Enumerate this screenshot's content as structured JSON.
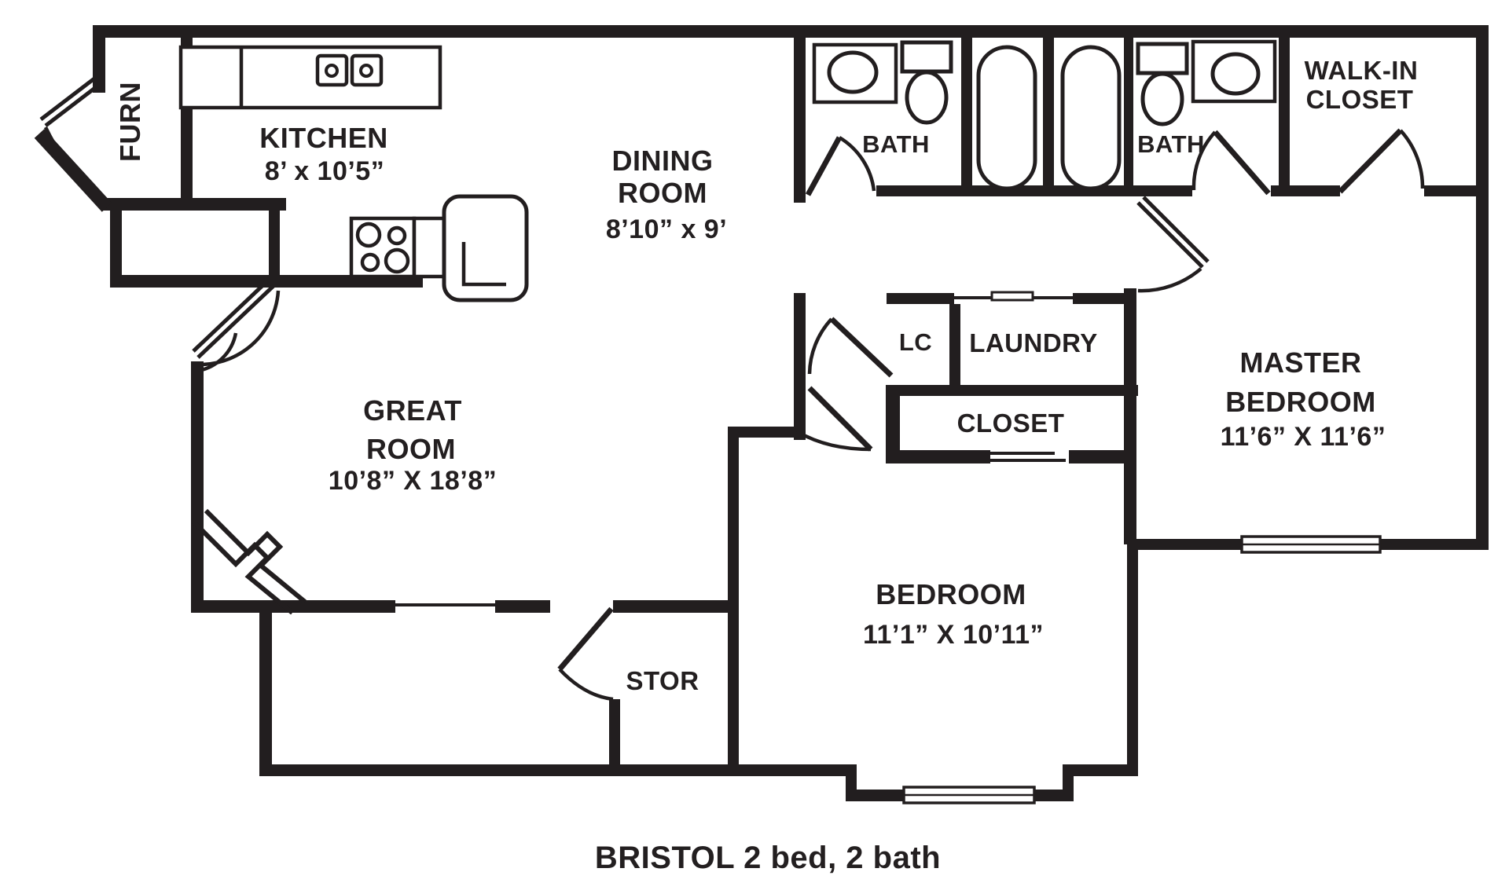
{
  "plan": {
    "caption": "BRISTOL 2 bed, 2 bath",
    "rooms": {
      "furnace": {
        "label": "FURN"
      },
      "kitchen": {
        "label": "KITCHEN",
        "dimensions": "8’ x 10’5”"
      },
      "dining": {
        "line1": "DINING",
        "line2": "ROOM",
        "dimensions": "8’10” x 9’"
      },
      "great": {
        "line1": "GREAT",
        "line2": "ROOM",
        "dimensions": "10’8” X 18’8”"
      },
      "bath1": {
        "label": "BATH"
      },
      "bath2": {
        "label": "BATH"
      },
      "walkin": {
        "line1": "WALK-IN",
        "line2": "CLOSET"
      },
      "lc": {
        "label": "LC"
      },
      "laundry": {
        "label": "LAUNDRY"
      },
      "closet": {
        "label": "CLOSET"
      },
      "master": {
        "line1": "MASTER",
        "line2": "BEDROOM",
        "dimensions": "11’6” X 11’6”"
      },
      "bedroom": {
        "label": "BEDROOM",
        "dimensions": "11’1” X 10’11”"
      },
      "storage": {
        "label": "STOR"
      }
    }
  }
}
